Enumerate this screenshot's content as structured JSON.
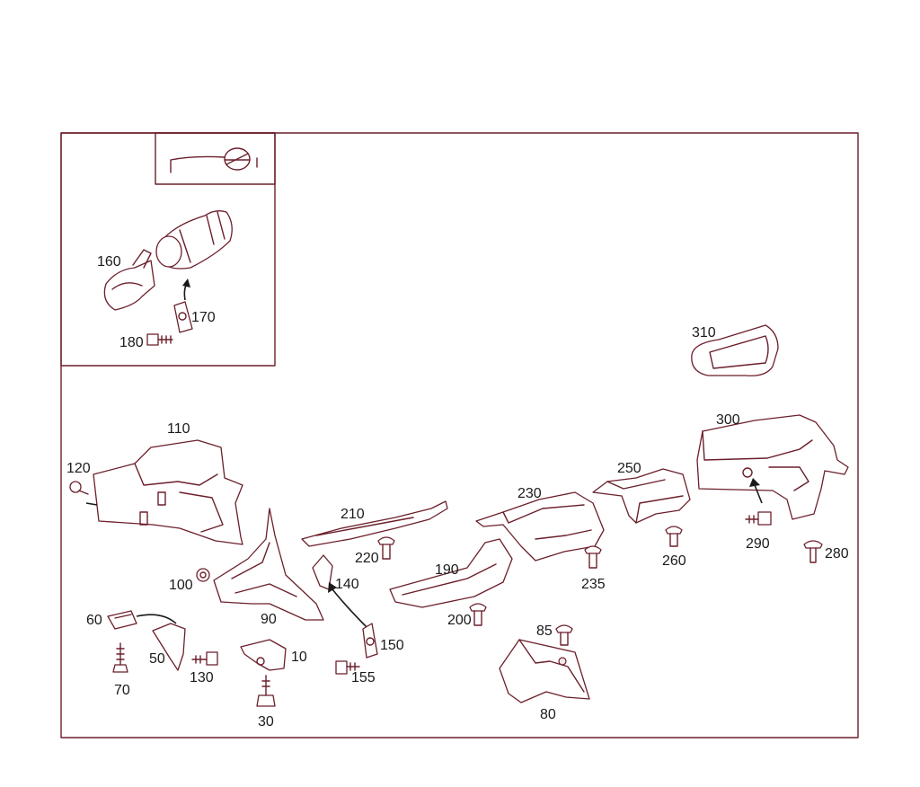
{
  "diagram": {
    "labels": {
      "p10": "10",
      "p30": "30",
      "p50": "50",
      "p60": "60",
      "p70": "70",
      "p80": "80",
      "p85": "85",
      "p90": "90",
      "p100": "100",
      "p110": "110",
      "p120": "120",
      "p130": "130",
      "p140": "140",
      "p150": "150",
      "p155": "155",
      "p160": "160",
      "p170": "170",
      "p180": "180",
      "p190": "190",
      "p200": "200",
      "p210": "210",
      "p220": "220",
      "p230": "230",
      "p235": "235",
      "p250": "250",
      "p260": "260",
      "p280": "280",
      "p290": "290",
      "p300": "300",
      "p310": "310"
    },
    "colors": {
      "line": "#6b1f2a",
      "text": "#1a1a1a",
      "background": "#ffffff"
    },
    "icons": {
      "inset_symbol": "steering-wheel-icon"
    }
  }
}
